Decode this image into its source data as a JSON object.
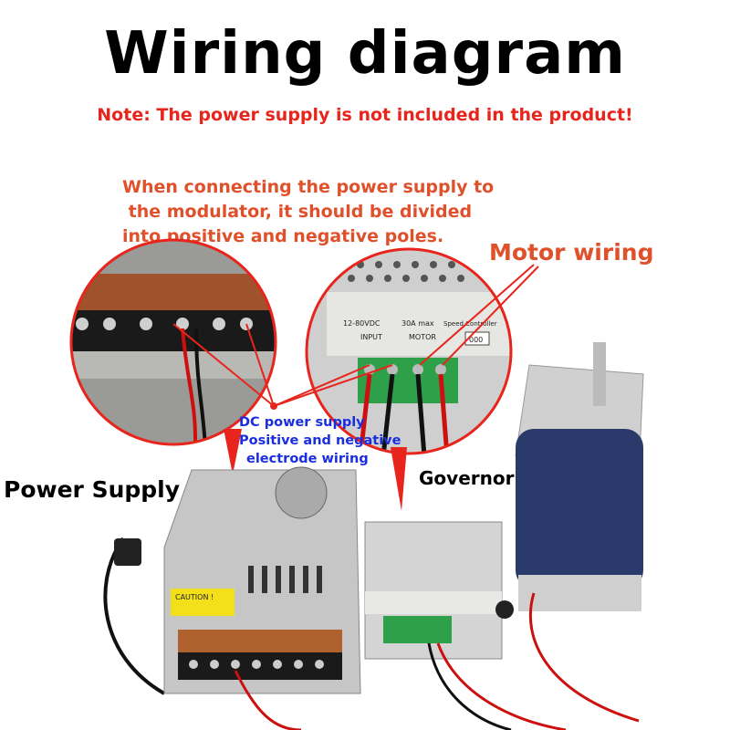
{
  "title": "Wiring diagram",
  "note": "Note: The power supply is not included in the product!",
  "instruction": {
    "lines": [
      "When connecting the power supply to",
      " the modulator, it should be divided",
      "into positive and negative poles."
    ]
  },
  "labels": {
    "motor_wiring": "Motor wiring",
    "power_supply": "Power Supply",
    "governor": "Governor",
    "dc_wiring": [
      "DC power supply",
      "Positive and negative",
      "electrode wiring"
    ]
  },
  "device_labels": {
    "voltage": "12-80VDC",
    "current": "30A max",
    "input": "INPUT",
    "motor": "MOTOR",
    "speed_controller": "Speed Controller",
    "display": "000",
    "caution": "CAUTION !"
  },
  "colors": {
    "accent_red": "#e8251c",
    "callout_blue": "#1a2ee0",
    "motor_blue": "#2a3a6a"
  }
}
